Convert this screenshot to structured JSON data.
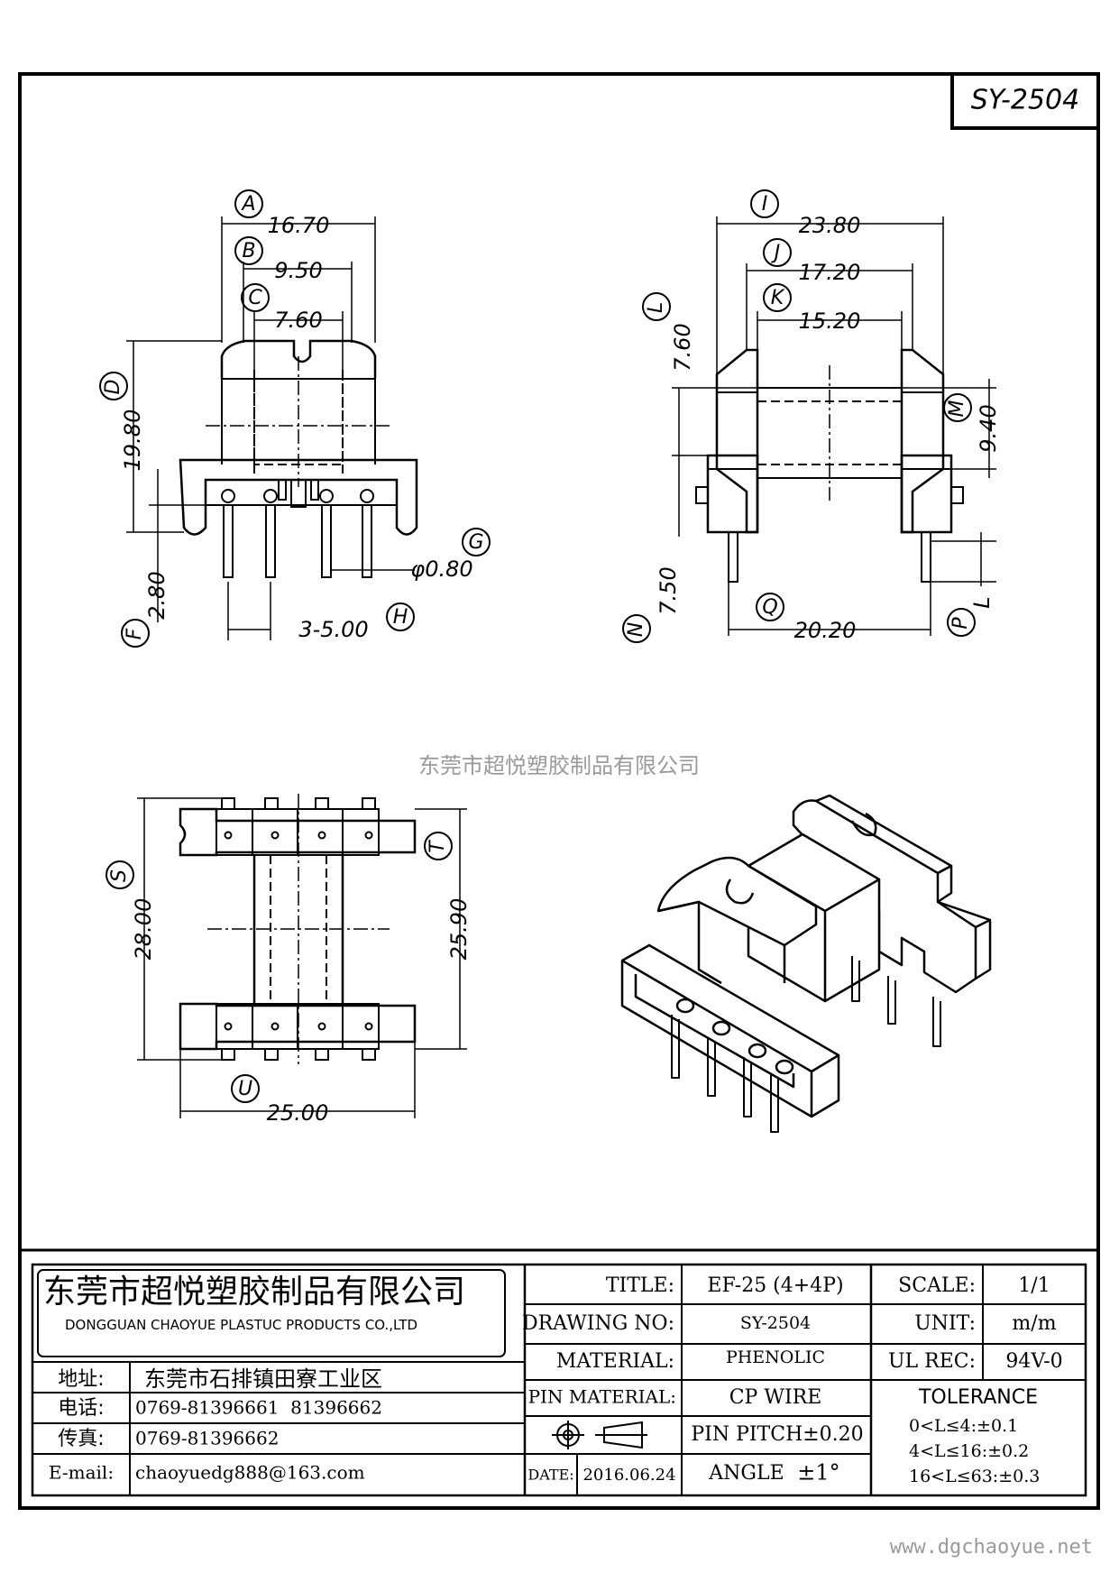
{
  "drawing_id": "SY-2504",
  "watermark": "东莞市超悦塑胶制品有限公司",
  "website": "www.dgchaoyue.net",
  "dimensions": {
    "A": "16.70",
    "B": "9.50",
    "C": "7.60",
    "D": "19.80",
    "E": "2.80",
    "F": "F",
    "G": "G",
    "pin_dia": "φ0.80",
    "H_text": "3-5.00",
    "I": "23.80",
    "J": "17.20",
    "K": "15.20",
    "L": "7.60",
    "M": "9.40",
    "N": "7.50",
    "Q": "20.20",
    "P_L": "L",
    "S": "28.00",
    "T": "25.90",
    "U": "25.00"
  },
  "letters": {
    "A": "A",
    "B": "B",
    "C": "C",
    "D": "D",
    "F": "F",
    "G": "G",
    "H": "H",
    "I": "I",
    "J": "J",
    "K": "K",
    "L": "L",
    "M": "M",
    "N": "N",
    "P": "P",
    "Q": "Q",
    "S": "S",
    "T": "T",
    "U": "U"
  },
  "title_block": {
    "company_cn": "东莞市超悦塑胶制品有限公司",
    "company_en": "DONGGUAN CHAOYUE PLASTUC PRODUCTS CO.,LTD",
    "address_label": "地址:",
    "address": "东莞市石排镇田寮工业区",
    "phone_label": "电话:",
    "phone": "0769-81396661  81396662",
    "fax_label": "传真:",
    "fax": "0769-81396662",
    "email_label": "E-mail:",
    "email": "chaoyuedg888@163.com",
    "title_label": "TITLE:",
    "title": "EF-25 (4+4P)",
    "drawing_no_label": "DRAWING NO:",
    "drawing_no": "SY-2504",
    "material_label": "MATERIAL:",
    "material": "PHENOLIC",
    "pin_material_label": "PIN MATERIAL:",
    "pin_material": "CP WIRE",
    "pin_pitch": "PIN PITCH±0.20",
    "angle_label": "ANGLE",
    "angle": "±1°",
    "date_label": "DATE:",
    "date": "2016.06.24",
    "scale_label": "SCALE:",
    "scale": "1/1",
    "unit_label": "UNIT:",
    "unit": "m/m",
    "ul_rec_label": "UL REC:",
    "ul_rec": "94V-0",
    "tolerance_label": "TOLERANCE",
    "tolerance_1": "0<L≤4:±0.1",
    "tolerance_2": "4<L≤16:±0.2",
    "tolerance_3": "16<L≤63:±0.3"
  },
  "colors": {
    "ink": "#000000",
    "watermark": "#9a9a9a",
    "paper": "#ffffff"
  }
}
